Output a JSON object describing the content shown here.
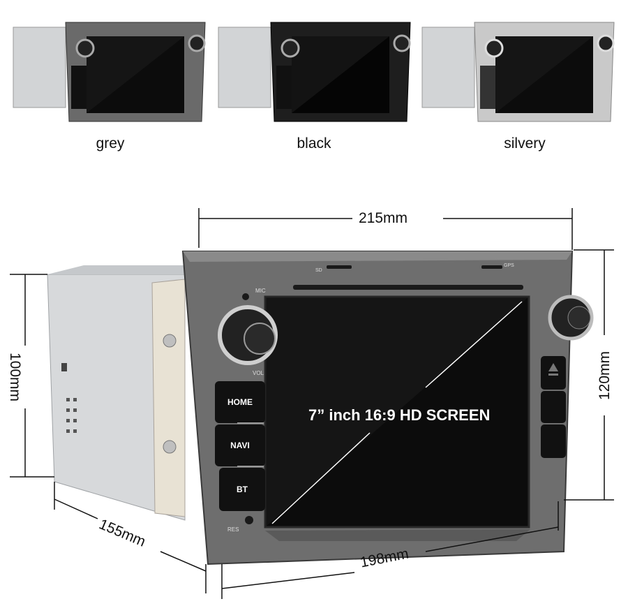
{
  "variants": [
    {
      "label": "grey",
      "face_color": "#6a6a6a"
    },
    {
      "label": "black",
      "face_color": "#1e1e1e"
    },
    {
      "label": "silvery",
      "face_color": "#c9c9c9"
    }
  ],
  "dimensions": {
    "width_top": "215mm",
    "height_left": "100mm",
    "height_right": "120mm",
    "depth": "155mm",
    "width_bottom": "198mm"
  },
  "screen": {
    "caption": "7” inch 16:9 HD SCREEN"
  },
  "buttons": {
    "home": "HOME",
    "navi": "NAVI",
    "bt": "BT"
  },
  "panel_labels": {
    "sd": "SD",
    "gps": "GPS",
    "mic": "MIC",
    "vol": "VOL",
    "res": "RES"
  },
  "colors": {
    "main_face": "#6e6e6e",
    "screen": "#0c0c0c",
    "chassis": "#d7d9db"
  }
}
